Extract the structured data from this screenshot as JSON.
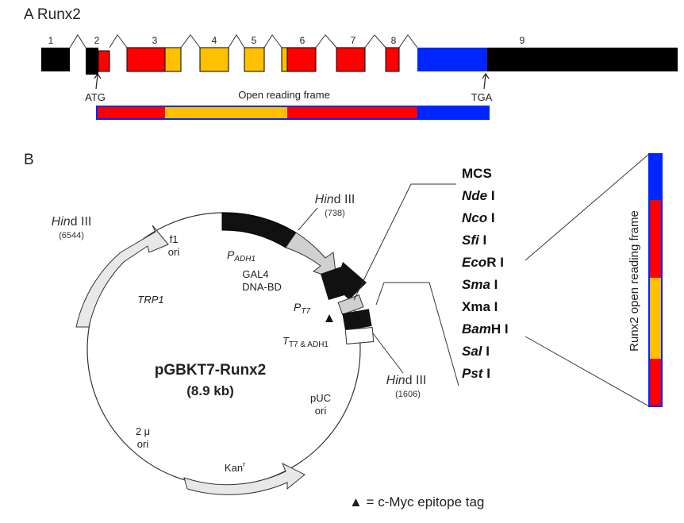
{
  "panelA": {
    "title": "A Runx2",
    "exons": [
      "1",
      "2",
      "3",
      "4",
      "5",
      "6",
      "7",
      "8",
      "9"
    ],
    "start_codon": "ATG",
    "stop_codon": "TGA",
    "orf_label": "Open reading frame",
    "colors": {
      "black": "#000000",
      "red": "#ff0000",
      "yellow": "#ffc000",
      "blue": "#0026ff"
    }
  },
  "panelB": {
    "title": "B",
    "plasmid_name": "pGBKT7-Runx2",
    "plasmid_size": "(8.9 kb)",
    "features": {
      "hind_left": "Hind III",
      "hind_left_it": "Hin",
      "hind_left_rest": "d III",
      "hind_left_pos": "(6544)",
      "hind_top_it": "Hin",
      "hind_top_rest": "d III",
      "hind_top_pos": "(738)",
      "hind_right_it": "Hin",
      "hind_right_rest": "d III",
      "hind_right_pos": "(1606)",
      "f1": "f1",
      "f1_ori": "ori",
      "padh1_p": "P",
      "padh1_sub": "ADH1",
      "gal4_1": "GAL4",
      "gal4_2": "DNA-BD",
      "pt7_p": "P",
      "pt7_sub": "T7",
      "trp1": "TRP1",
      "tt7_t": "T",
      "tt7_sub": "T7 & ADH1",
      "puc": "pUC",
      "puc_ori": "ori",
      "two_mu": "2 μ",
      "two_mu_ori": "ori",
      "kan": "Kan",
      "kan_sup": "r"
    },
    "mcs": [
      {
        "it": "",
        "rest": "MCS"
      },
      {
        "it": "Nde",
        "rest": " I"
      },
      {
        "it": "Nco",
        "rest": " I"
      },
      {
        "it": "Sfi",
        "rest": " I"
      },
      {
        "it": "Eco",
        "rest": "R I"
      },
      {
        "it": "Sma",
        "rest": " I"
      },
      {
        "it": "",
        "rest": "Xma I"
      },
      {
        "it": "Bam",
        "rest": "H I"
      },
      {
        "it": "Sal",
        "rest": " I"
      },
      {
        "it": "Pst",
        "rest": " I"
      }
    ],
    "orf_vertical_label": "Runx2 open reading frame",
    "legend": "▲ = c-Myc epitope tag"
  }
}
